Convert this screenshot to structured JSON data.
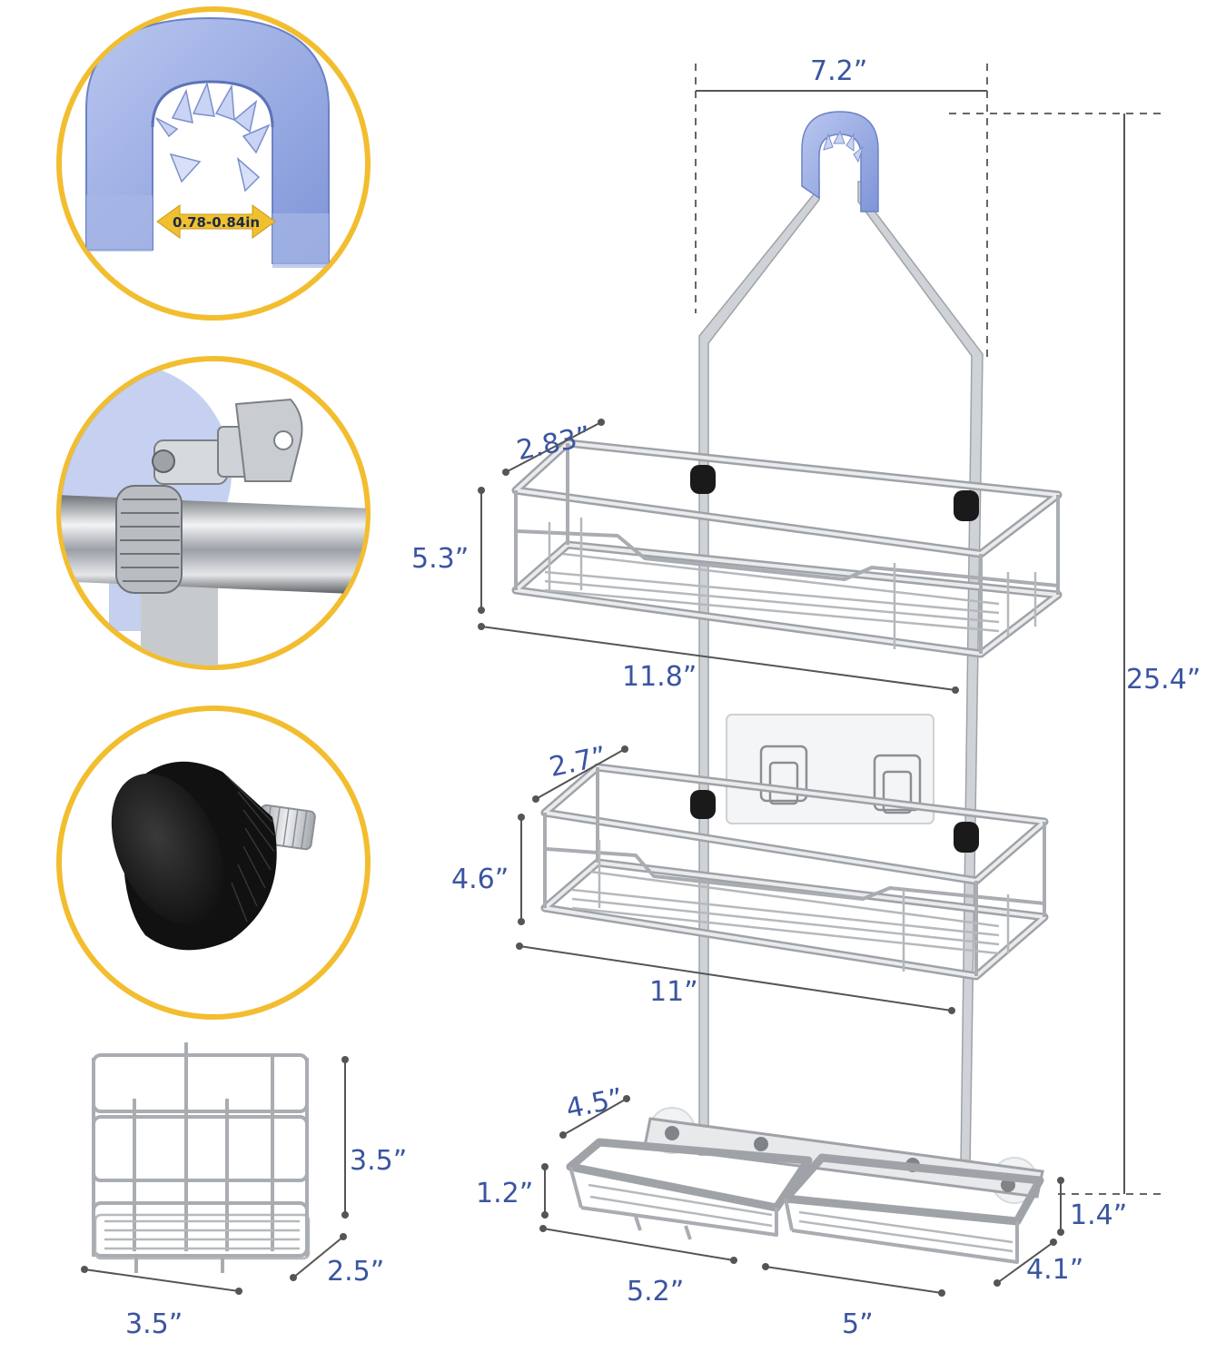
{
  "callouts": {
    "hook_opening": "0.78-0.84in"
  },
  "dimensions": {
    "hook_width": "7.2”",
    "total_height": "25.4”",
    "top_basket": {
      "depth": "2.83”",
      "height": "5.3”",
      "width": "11.8”"
    },
    "middle_basket": {
      "depth": "2.7”",
      "height": "4.6”",
      "width": "11”"
    },
    "soap_left": {
      "depth": "4.5”",
      "height": "1.2”",
      "width": "5.2”"
    },
    "soap_right": {
      "height": "1.4”",
      "depth": "4.1”",
      "width": "5”"
    },
    "small_holder": {
      "height": "3.5”",
      "depth": "2.5”",
      "width": "3.5”"
    }
  },
  "colors": {
    "accent_ring": "#f2bd2f",
    "dimension_text": "#3a55a0",
    "hook_blue": "#8fa4e0",
    "steel": "#b8bcc1",
    "knob": "#1b1b1b"
  }
}
